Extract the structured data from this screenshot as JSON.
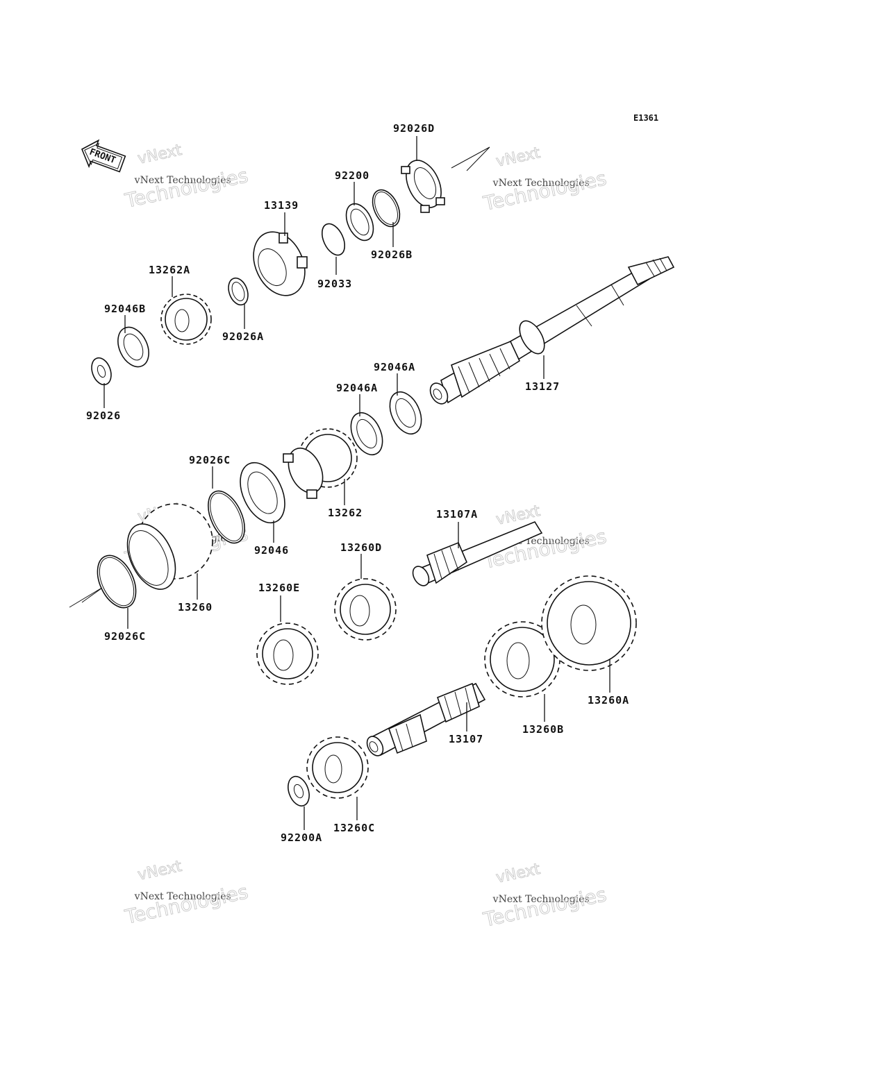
{
  "diagram_code": "E1361",
  "front_label": "FRONT",
  "watermark": {
    "line1": "vNext",
    "line2": "vNext Technologies",
    "line3": "Technologies"
  },
  "parts": [
    {
      "id": "92026D"
    },
    {
      "id": "92200"
    },
    {
      "id": "13139"
    },
    {
      "id": "92026B"
    },
    {
      "id": "92033"
    },
    {
      "id": "13262A"
    },
    {
      "id": "92046B"
    },
    {
      "id": "92026A"
    },
    {
      "id": "92026"
    },
    {
      "id": "13127"
    },
    {
      "id": "92046A"
    },
    {
      "id": "92046A"
    },
    {
      "id": "92026C"
    },
    {
      "id": "13262"
    },
    {
      "id": "92046"
    },
    {
      "id": "13107A"
    },
    {
      "id": "13260D"
    },
    {
      "id": "13260"
    },
    {
      "id": "13260E"
    },
    {
      "id": "92026C"
    },
    {
      "id": "13260A"
    },
    {
      "id": "13260B"
    },
    {
      "id": "13107"
    },
    {
      "id": "13260C"
    },
    {
      "id": "92200A"
    }
  ]
}
